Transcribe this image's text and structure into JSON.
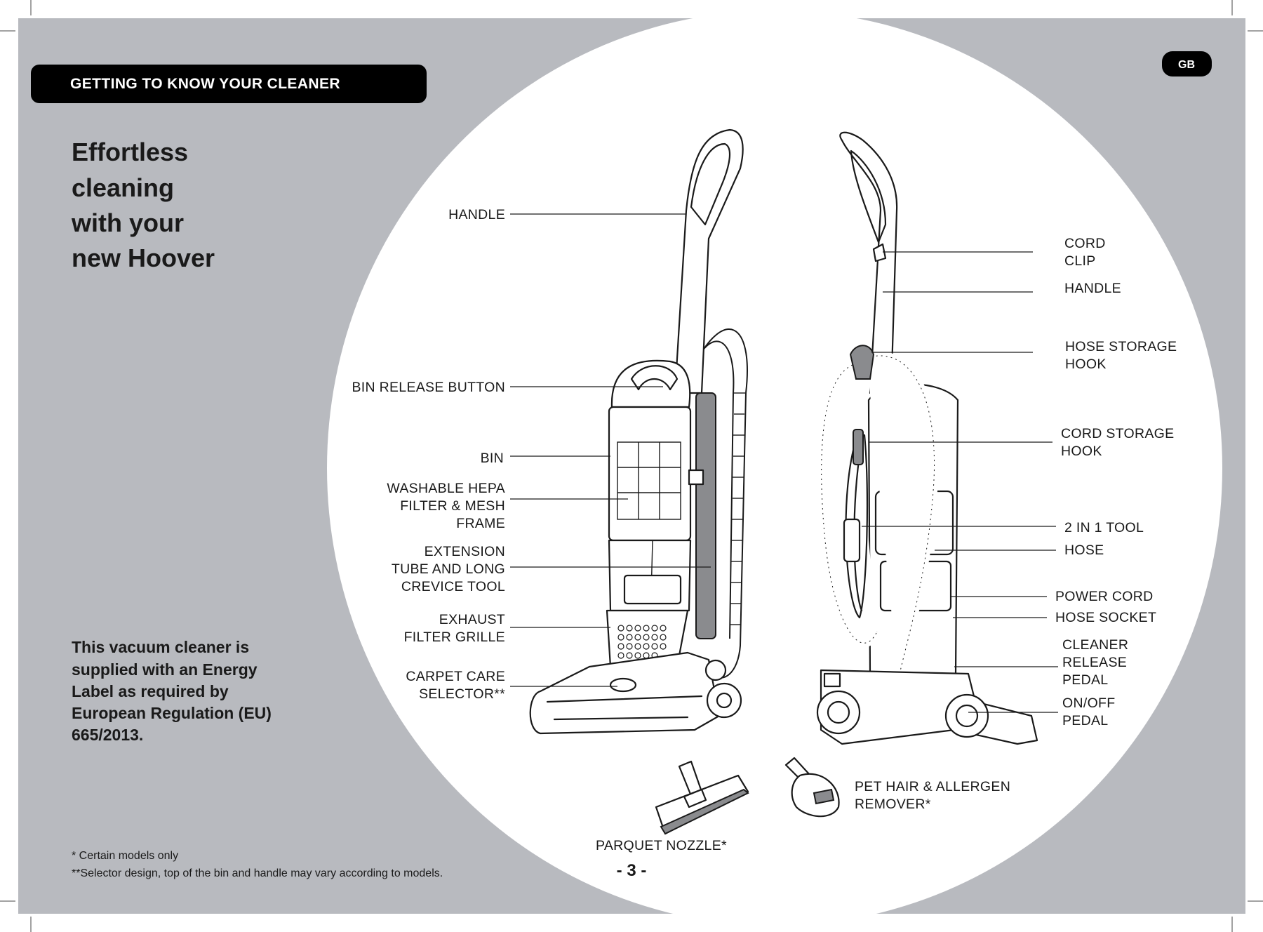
{
  "header": {
    "section_title": "GETTING TO KNOW YOUR CLEANER",
    "country_badge": "GB"
  },
  "headline": {
    "line1": "Effortless",
    "line2": "cleaning",
    "line3": "with your",
    "line4": "new Hoover"
  },
  "energy_note": {
    "line1": "This vacuum cleaner is",
    "line2": "supplied with an Energy",
    "line3": "Label as required by",
    "line4": "European Regulation (EU)",
    "line5": "665/2013."
  },
  "footnotes": {
    "certain_models": "* Certain models only",
    "selector": "**Selector design, top of the bin and handle may vary according to models."
  },
  "page_number": "- 3 -",
  "front_view_labels": {
    "handle": "HANDLE",
    "bin_release": "BIN RELEASE BUTTON",
    "bin": "BIN",
    "hepa_1": "WASHABLE HEPA",
    "hepa_2": "FILTER & MESH",
    "hepa_3": "FRAME",
    "ext_1": "EXTENSION",
    "ext_2": "TUBE AND  LONG",
    "ext_3": "CREVICE TOOL",
    "exhaust_1": "EXHAUST",
    "exhaust_2": "FILTER GRILLE",
    "carpet_1": "CARPET CARE",
    "carpet_2": "SELECTOR**"
  },
  "rear_view_labels": {
    "cord_clip_1": "CORD",
    "cord_clip_2": "CLIP",
    "handle": "HANDLE",
    "hose_hook_1": "HOSE STORAGE",
    "hose_hook_2": "HOOK",
    "cord_hook_1": "CORD STORAGE",
    "cord_hook_2": "HOOK",
    "tool_2in1": "2 IN 1 TOOL",
    "hose": "HOSE",
    "power_cord": "POWER CORD",
    "hose_socket": "HOSE SOCKET",
    "release_1": "CLEANER",
    "release_2": "RELEASE",
    "release_3": "PEDAL",
    "onoff_1": "ON/OFF",
    "onoff_2": "PEDAL"
  },
  "accessory_labels": {
    "pet_1": "PET HAIR & ALLERGEN",
    "pet_2": "REMOVER*",
    "parquet": "PARQUET NOZZLE*"
  },
  "colors": {
    "panel_gray": "#b8babf",
    "pill_black": "#000000",
    "line_ink": "#1a1a1a"
  }
}
